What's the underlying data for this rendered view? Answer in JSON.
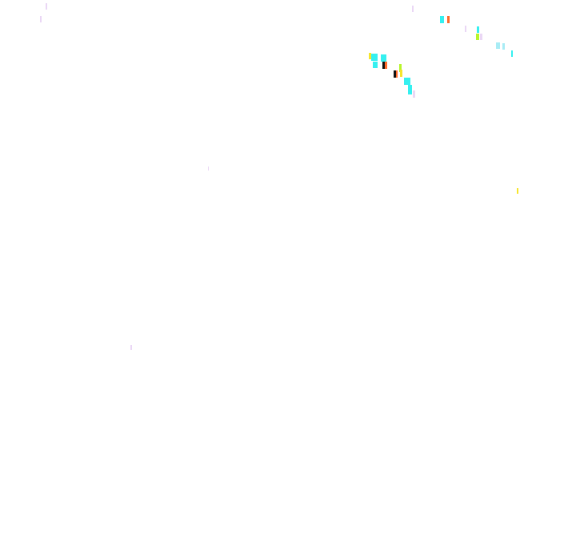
{
  "palette": {
    "background": "#ffffff",
    "cyan": "#35f0f0",
    "light_cyan": "#a8ecf5",
    "lavender": "#ead7f5",
    "orange": "#ff6a2a",
    "yellow": "#f6e52c",
    "lime": "#b7f52b",
    "black": "#111111"
  },
  "marks": [
    {
      "name": "lavender-tick-1",
      "color": "lavender"
    },
    {
      "name": "lavender-tick-2",
      "color": "lavender"
    },
    {
      "name": "lavender-tick-3",
      "color": "lavender"
    },
    {
      "name": "cyan-tick-1",
      "color": "cyan"
    },
    {
      "name": "orange-tick-1",
      "color": "orange"
    },
    {
      "name": "lavender-tick-4",
      "color": "lavender"
    },
    {
      "name": "cyan-tick-2",
      "color": "cyan"
    },
    {
      "name": "lime-tick-1",
      "color": "lime"
    },
    {
      "name": "lavender-tick-5",
      "color": "lavender"
    },
    {
      "name": "light-cyan-tick-1",
      "color": "light_cyan"
    },
    {
      "name": "light-cyan-tick-2",
      "color": "light_cyan"
    },
    {
      "name": "cyan-tick-3",
      "color": "cyan"
    },
    {
      "name": "yellow-tick-1",
      "color": "yellow"
    },
    {
      "name": "cyan-tick-4",
      "color": "cyan"
    },
    {
      "name": "cyan-tick-5",
      "color": "cyan"
    },
    {
      "name": "cyan-tick-6",
      "color": "cyan"
    },
    {
      "name": "black-tick-1",
      "color": "black"
    },
    {
      "name": "orange-tick-2",
      "color": "orange"
    },
    {
      "name": "lime-tick-2",
      "color": "lime"
    },
    {
      "name": "black-tick-2",
      "color": "black"
    },
    {
      "name": "orange-tick-3",
      "color": "orange"
    },
    {
      "name": "yellow-tick-2",
      "color": "yellow"
    },
    {
      "name": "cyan-tick-7",
      "color": "cyan"
    },
    {
      "name": "cyan-tick-8",
      "color": "cyan"
    },
    {
      "name": "lavender-tick-6",
      "color": "lavender"
    },
    {
      "name": "lavender-tick-7",
      "color": "lavender"
    },
    {
      "name": "yellow-tick-3",
      "color": "yellow"
    },
    {
      "name": "lavender-tick-8",
      "color": "lavender"
    }
  ]
}
